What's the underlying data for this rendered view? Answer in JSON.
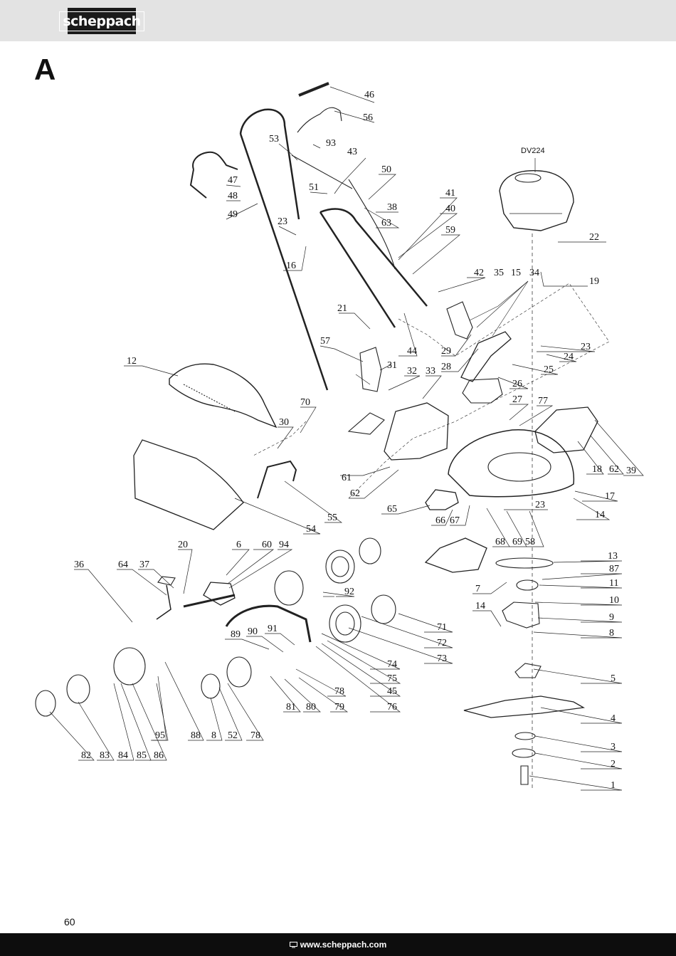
{
  "header": {
    "brand": "scheppach"
  },
  "section_letter": "A",
  "engine_code": "DV224",
  "labels": [
    "1",
    "2",
    "3",
    "4",
    "5",
    "6",
    "7",
    "8",
    "8",
    "9",
    "10",
    "11",
    "12",
    "13",
    "14",
    "14",
    "15",
    "16",
    "17",
    "18",
    "19",
    "20",
    "21",
    "22",
    "23",
    "23",
    "23",
    "24",
    "25",
    "26",
    "27",
    "28",
    "29",
    "30",
    "31",
    "32",
    "33",
    "34",
    "35",
    "36",
    "37",
    "38",
    "39",
    "40",
    "41",
    "42",
    "43",
    "44",
    "45",
    "46",
    "47",
    "48",
    "49",
    "50",
    "51",
    "52",
    "53",
    "54",
    "55",
    "56",
    "57",
    "58",
    "59",
    "60",
    "61",
    "62",
    "62",
    "63",
    "64",
    "65",
    "66",
    "67",
    "68",
    "69",
    "70",
    "71",
    "72",
    "73",
    "74",
    "75",
    "76",
    "77",
    "78",
    "78",
    "79",
    "80",
    "81",
    "82",
    "83",
    "84",
    "85",
    "86",
    "87",
    "88",
    "89",
    "90",
    "91",
    "92",
    "93",
    "94",
    "95"
  ],
  "page_number": "60",
  "footer": {
    "url": "www.scheppach.com"
  }
}
